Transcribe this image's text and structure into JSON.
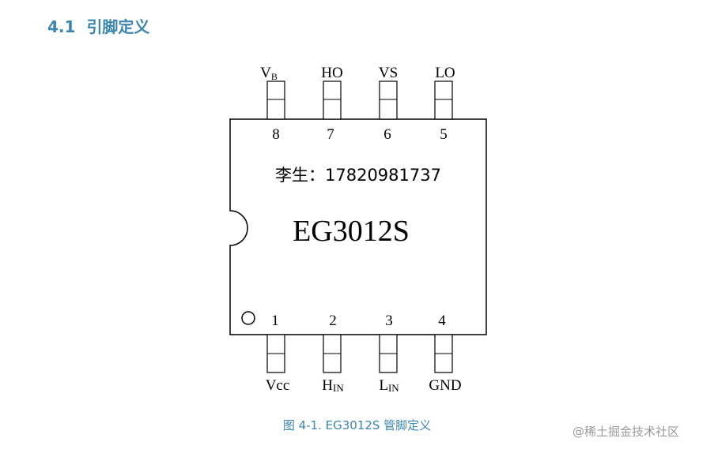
{
  "section": {
    "number": "4.1",
    "title": "引脚定义"
  },
  "chip": {
    "name": "EG3012S",
    "contact": "李生：17820981737",
    "top_pins": [
      {
        "number": "8",
        "label": "V",
        "sub": "B"
      },
      {
        "number": "7",
        "label": "HO",
        "sub": ""
      },
      {
        "number": "6",
        "label": "VS",
        "sub": ""
      },
      {
        "number": "5",
        "label": "LO",
        "sub": ""
      }
    ],
    "bottom_pins": [
      {
        "number": "1",
        "label": "Vcc",
        "sub": ""
      },
      {
        "number": "2",
        "label": "H",
        "sub": "IN"
      },
      {
        "number": "3",
        "label": "L",
        "sub": "IN"
      },
      {
        "number": "4",
        "label": "GND",
        "sub": ""
      }
    ]
  },
  "caption": "图 4-1. EG3012S 管脚定义",
  "watermark": "@稀土掘金技术社区",
  "colors": {
    "accent": "#3a86b0",
    "line": "#000000",
    "watermark": "#999999"
  }
}
